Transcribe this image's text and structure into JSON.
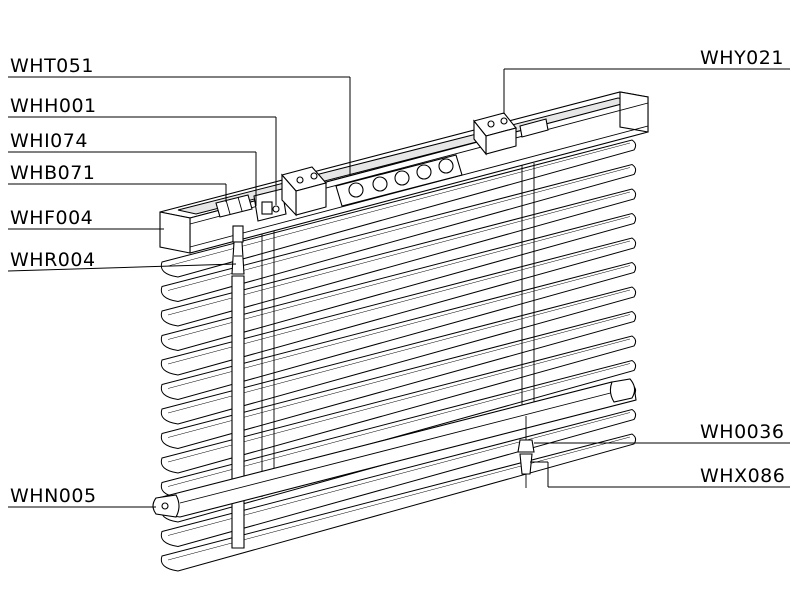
{
  "diagram": {
    "labels": {
      "wht051": "WHT051",
      "whh001": "WHH001",
      "whi074": "WHI074",
      "whb071": "WHB071",
      "whf004": "WHF004",
      "whr004": "WHR004",
      "whn005": "WHN005",
      "why021": "WHY021",
      "wh0036": "WH0036",
      "whx086": "WHX086"
    },
    "colors": {
      "line": "#000000",
      "background": "#ffffff"
    }
  }
}
